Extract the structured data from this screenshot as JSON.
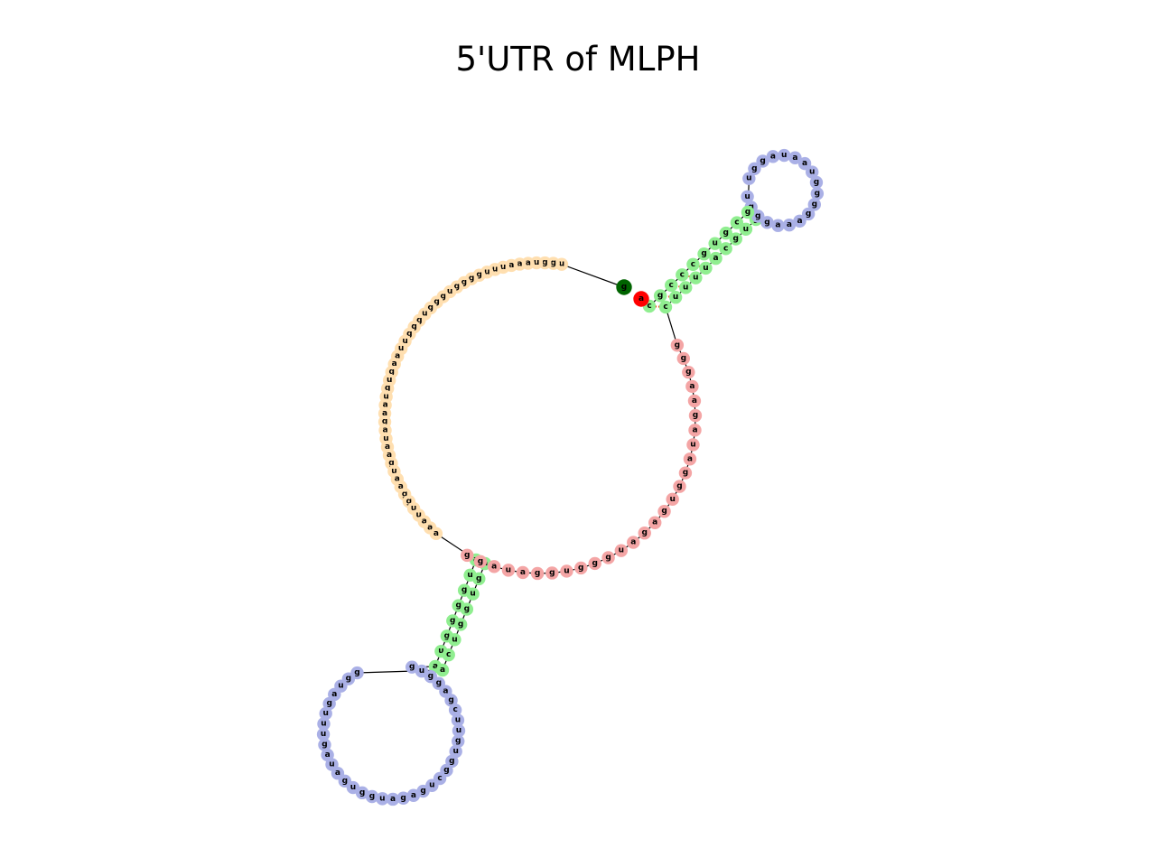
{
  "title": "5'UTR of MLPH",
  "colors": {
    "exterior": "#ffdfb0",
    "stem": "#90ee90",
    "hairpin_loop": "#aab0e6",
    "interior": "#f4a5a5",
    "start": "#006400",
    "end": "#ff0000",
    "backbone": "#000000",
    "base_pair": "#ff3300"
  },
  "exterior_loop_a": "ugguaaauuugggguggguggguuaaguguaagauaaguaagguuaaa",
  "stem1_5prime": "auggggua",
  "hairpin1": "guggagcuuguggcugagauggugauaguuugaugg",
  "stem1_3prime": "acugguga",
  "interior_loop": "ggauagguggguagaguggauagaaggg",
  "stem2_5prime": "cuuuuacgug",
  "hairpin2": "ugggaaagggguaauaggu",
  "stem2_3prime": "gcgugcccgc",
  "start_nucleotide": "g",
  "end_nucleotide": "a"
}
